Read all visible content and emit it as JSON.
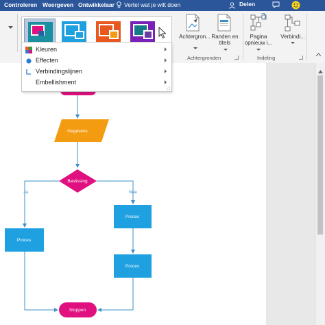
{
  "tabbar": {
    "tabs": [
      "Controleren",
      "Weergeven",
      "Ontwikkelaar"
    ],
    "tell_me": "Vertel wat je wilt doen",
    "share": "Delen"
  },
  "ribbon": {
    "buttons": {
      "backgrounds": "Achtergron...",
      "borders_line1": "Randen en",
      "borders_line2": "titels",
      "relayout_line1": "Pagina",
      "relayout_line2": "opnieuw i...",
      "connectors": "Verbindi..."
    },
    "groups": {
      "backgrounds": "Achtergronden",
      "layout": "Indeling"
    }
  },
  "variants_menu": {
    "items": [
      {
        "label": "Kleuren",
        "icon": "colors-icon"
      },
      {
        "label": "Effecten",
        "icon": "effects-icon"
      },
      {
        "label": "Verbindingslijnen",
        "icon": "connectors-icon"
      },
      {
        "label": "Embellishment",
        "icon": ""
      }
    ]
  },
  "flowchart": {
    "shapes": {
      "start": "",
      "data": "Gegevens",
      "decision": "Beslissing",
      "process_left": "Proces",
      "process_right_1": "Proces",
      "process_right_2": "Proces",
      "end": "Stoppen"
    },
    "edges": {
      "yes": "Ja",
      "no": "Nee"
    }
  },
  "colors": {
    "ribbon_blue": "#2b579a",
    "pink": "#e0117f",
    "orange": "#f39c12",
    "blue": "#1fa0e0",
    "connector": "#3a90c8"
  }
}
